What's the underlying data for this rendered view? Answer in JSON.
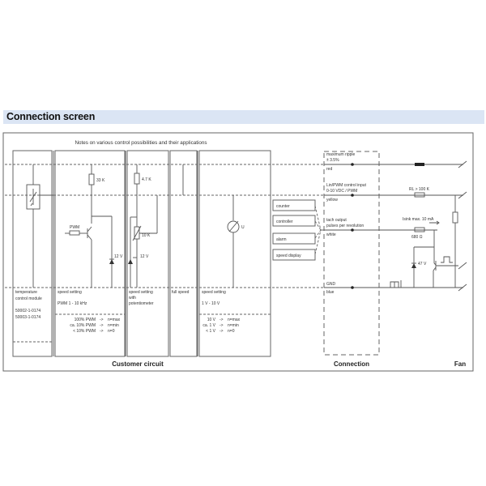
{
  "header": {
    "title": "Connection screen"
  },
  "diagram": {
    "notes_title": "Notes on various control possibilities and their applications",
    "sections": {
      "customer": "Customer circuit",
      "connection": "Connection",
      "fan": "Fan"
    },
    "modules": [
      {
        "title_lines": [
          "temperature",
          "control module"
        ],
        "part_numbers": [
          "50002-1-0174",
          "50003-1-0174"
        ]
      },
      {
        "title": "speed setting",
        "range": "PWM 1 - 10 kHz",
        "table": [
          {
            "input": "100% PWM",
            "arrow": "->",
            "result": "n=max"
          },
          {
            "input": "ca. 10% PWM",
            "arrow": "->",
            "result": "n=min"
          },
          {
            "input": "< 10% PWM",
            "arrow": "->",
            "result": "n=0"
          }
        ]
      },
      {
        "title_lines": [
          "speed setting",
          "with",
          "potentiometer"
        ]
      },
      {
        "title": "full speed"
      },
      {
        "title": "speed setting",
        "range": "1 V - 10 V",
        "table": [
          {
            "input": "10 V",
            "arrow": "->",
            "result": "n=max"
          },
          {
            "input": "ca. 1 V",
            "arrow": "->",
            "result": "n=min"
          },
          {
            "input": "< 1 V",
            "arrow": "->",
            "result": "n=0"
          }
        ]
      }
    ],
    "components": {
      "r33k": "33 K",
      "pwm": "PWM",
      "zener12a": "12 V",
      "r47k": "4.7 K",
      "pot10k": "10 K",
      "zener12b": "12 V",
      "meter_u": "U",
      "rl": "RL > 100 K",
      "isink": "Isink max. 10 mA",
      "r680": "680 Ω",
      "zener47": "47 V"
    },
    "outputs": [
      "counter",
      "controller",
      "alarm",
      "speed display"
    ],
    "wires": [
      {
        "note_lines": [
          "maximum ripple",
          "± 3.5%"
        ],
        "color": "red"
      },
      {
        "note_lines": [
          "Lin/PWM control input",
          "0-10 VDC / PWM"
        ],
        "color": "yellow"
      },
      {
        "note_lines": [
          "tach output",
          "pulses per revolution"
        ],
        "color": "white"
      },
      {
        "note_lines": [
          "GND"
        ],
        "color": "blue"
      }
    ],
    "colors": {
      "header_bg": "#dbe5f4",
      "line": "#555555"
    }
  }
}
